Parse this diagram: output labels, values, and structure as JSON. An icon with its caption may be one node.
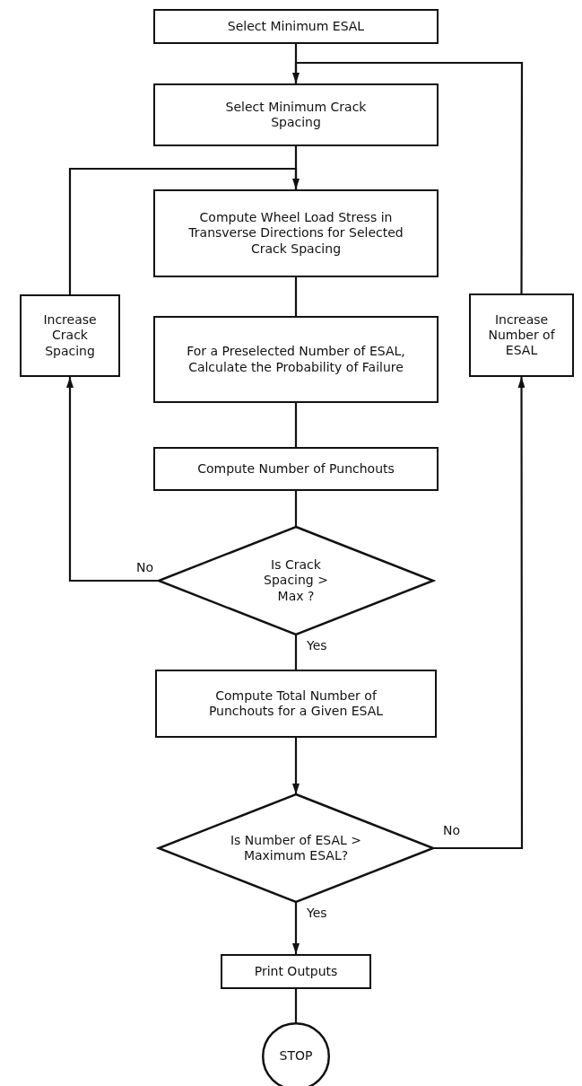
{
  "diagram": {
    "nodes": [
      {
        "text": [
          "Select Minimum ESAL"
        ]
      },
      {
        "text": [
          "Select Minimum Crack Spacing"
        ]
      },
      {
        "text": [
          "Compute Wheel Load Stress in Transverse Directions for Selected Crack Spacing"
        ]
      },
      {
        "text": [
          "For a Preselected Number of ESAL, Calculate the Probability of Failure"
        ]
      },
      {
        "text": [
          "Compute Number of Punchouts"
        ]
      },
      {
        "text": [
          "Is Crack Spacing > Max ?"
        ]
      },
      {
        "text": [
          "Compute Total Number of Punchouts for a Given ESAL"
        ]
      },
      {
        "text": [
          "Is Number of ESAL > Maximum ESAL?"
        ]
      },
      {
        "text": [
          "Print Outputs"
        ]
      },
      {
        "text": [
          "STOP"
        ]
      },
      {
        "text": [
          "Increase Crack Spacing"
        ]
      },
      {
        "text": [
          "Increase Number of ESAL"
        ]
      }
    ],
    "edges": [
      {
        "from": 0,
        "to": 1,
        "arrow": "none"
      },
      {
        "from": 1,
        "to": 2,
        "arrow": "none"
      },
      {
        "from": 2,
        "to": 3,
        "arrow": "none"
      },
      {
        "from": 3,
        "to": 4,
        "arrow": "none"
      },
      {
        "from": 4,
        "to": 5,
        "arrow": "none"
      },
      {
        "from": 5,
        "to": 10,
        "label": "No",
        "arrow": "to"
      },
      {
        "from": 10,
        "to": 2,
        "arrow": "to"
      },
      {
        "from": 5,
        "to": 6,
        "label": "Yes",
        "arrow": "none"
      },
      {
        "from": 6,
        "to": 7,
        "arrow": "to"
      },
      {
        "from": 7,
        "to": 11,
        "label": "No",
        "arrow": "to"
      },
      {
        "from": 11,
        "to": 1,
        "arrow": "to"
      },
      {
        "from": 7,
        "to": 8,
        "label": "Yes",
        "arrow": "to"
      },
      {
        "from": 8,
        "to": 9,
        "arrow": "none"
      }
    ]
  }
}
